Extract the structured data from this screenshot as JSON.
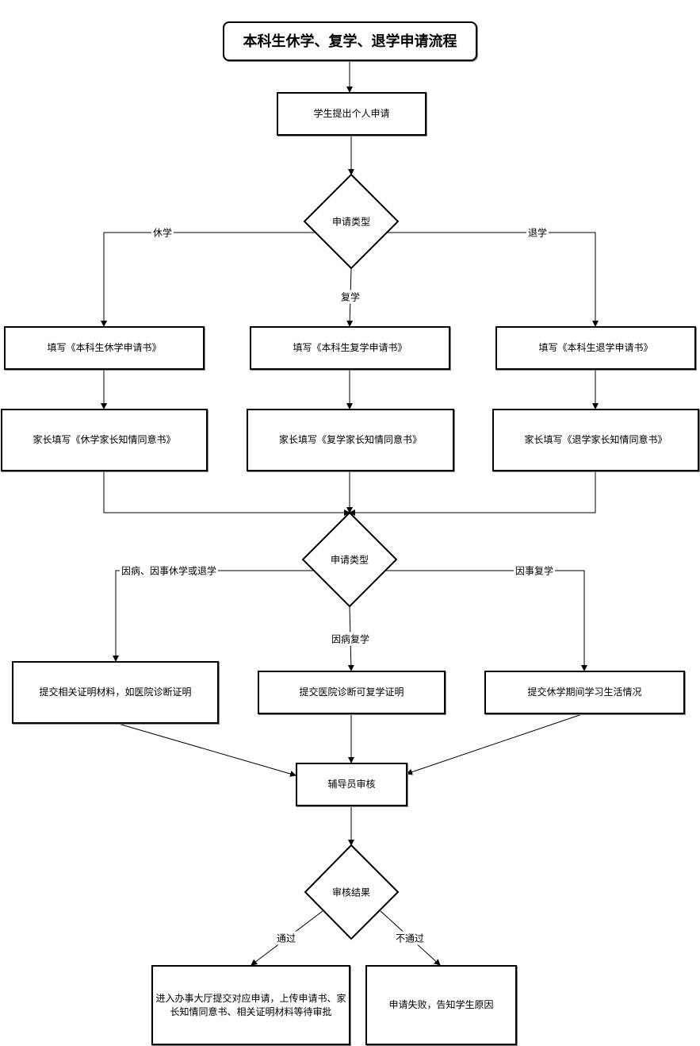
{
  "title": "本科生休学、复学、退学申请流程",
  "nodes": {
    "submit": "学生提出个人申请",
    "type1": "申请类型",
    "form_suspend": "填写《本科生休学申请书》",
    "form_resume": "填写《本科生复学申请书》",
    "form_withdraw": "填写《本科生退学申请书》",
    "parent_suspend": "家长填写《休学家长知情同意书》",
    "parent_resume": "家长填写《复学家长知情同意书》",
    "parent_withdraw": "家长填写《退学家长知情同意书》",
    "type2": "申请类型",
    "proof_illness": "提交相关证明材料，如医院诊断证明",
    "proof_resume_illness": "提交医院诊断可复学证明",
    "proof_resume_affairs": "提交休学期间学习生活情况",
    "counselor": "辅导员审核",
    "result": "审核结果",
    "pass_action": "进入办事大厅提交对应申请，上传申请书、家长知情同意书、相关证明材料等待审批",
    "fail_action": "申请失败，告知学生原因"
  },
  "edges": {
    "suspend": "休学",
    "resume": "复学",
    "withdraw": "退学",
    "illness_or_affairs": "因病、因事休学或退学",
    "resume_illness": "因病复学",
    "resume_affairs": "因事复学",
    "pass": "通过",
    "fail": "不通过"
  }
}
